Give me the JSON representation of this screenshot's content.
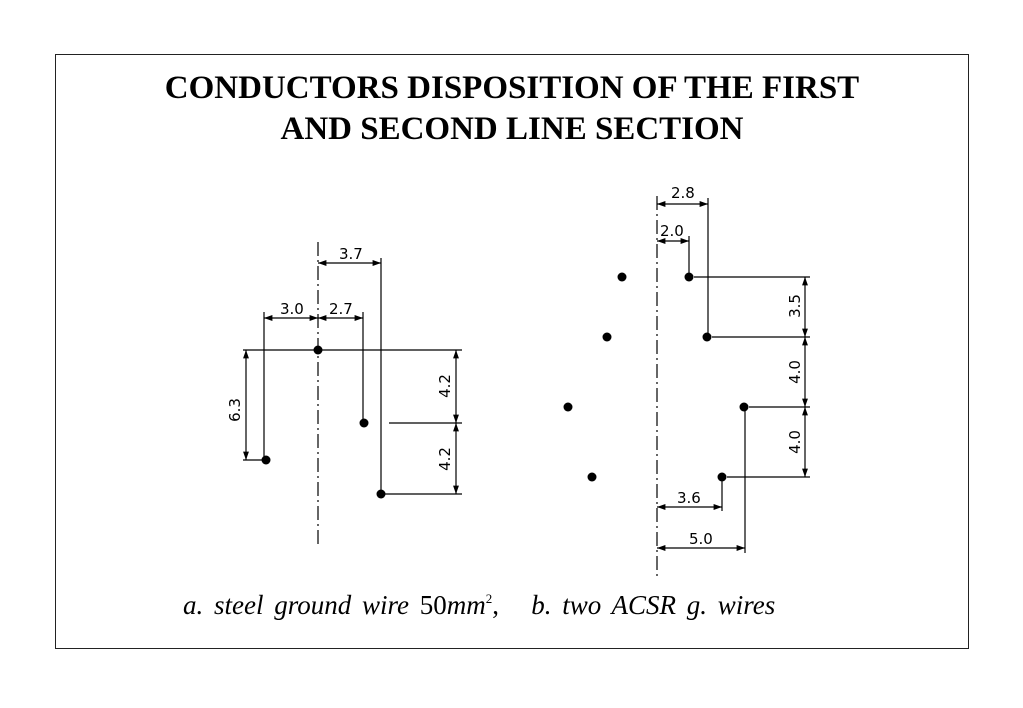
{
  "title": {
    "line1": "CONDUCTORS DISPOSITION OF THE FIRST",
    "line2": "AND SECOND LINE SECTION"
  },
  "diagram_a": {
    "dims": {
      "top": "3.7",
      "left": "3.0",
      "mid": "2.7",
      "vertical_left": "6.3",
      "vertical_upper": "4.2",
      "vertical_lower": "4.2"
    }
  },
  "diagram_b": {
    "dims": {
      "top_outer": "2.8",
      "top_inner": "2.0",
      "right_1": "3.5",
      "right_2": "4.0",
      "right_3": "4.0",
      "bottom_inner": "3.6",
      "bottom_outer": "5.0"
    }
  },
  "caption": {
    "a_text": "a. steel ground wire",
    "a_value": "50",
    "a_unit": "mm",
    "a_exp": "2",
    "a_comma": ",",
    "b_text": "b. two ACSR g. wires"
  }
}
